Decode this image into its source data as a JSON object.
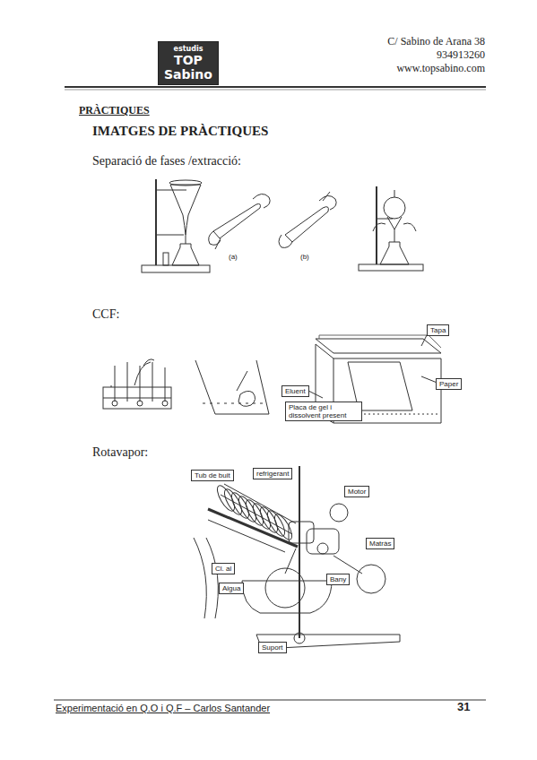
{
  "diagram": {
    "title": "PRÀCTIQUES",
    "nodes": [
      {
        "text": [
          "estudis",
          "TOP",
          "Sabino"
        ]
      },
      {
        "text": [
          "Tapa"
        ]
      },
      {
        "text": [
          "Paper"
        ]
      },
      {
        "text": [
          "Eluent"
        ]
      },
      {
        "text": [
          "Placa de gel i dissolvent present"
        ]
      },
      {
        "text": [
          "Tub de buit"
        ]
      },
      {
        "text": [
          "refrigerant"
        ]
      },
      {
        "text": [
          "Motor"
        ]
      },
      {
        "text": [
          "Matràs"
        ]
      },
      {
        "text": [
          "Bany"
        ]
      },
      {
        "text": [
          "Cl. al"
        ]
      },
      {
        "text": [
          "Aigua"
        ]
      },
      {
        "text": [
          "Suport"
        ]
      }
    ],
    "labels": [
      "C/ Sabino de Arana 38",
      "934913260",
      "www.topsabino.com",
      "IMATGES DE PRÀCTIQUES",
      "Separació de fases /extracció:",
      "(a)",
      "(b)",
      "CCF:",
      "Rotavapor:",
      "Experimentació en Q.O i Q.F – Carlos Santander",
      "31"
    ]
  }
}
